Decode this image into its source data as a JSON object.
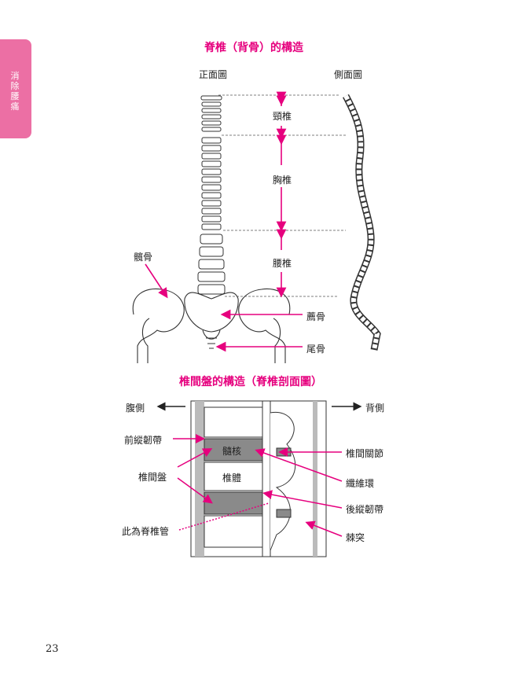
{
  "side_tab": {
    "label": "消除腰痛"
  },
  "section1": {
    "title": "脊椎（背骨）的構造",
    "front_label": "正面圖",
    "side_label": "側面圖",
    "labels": {
      "cervical": "頸椎",
      "thoracic": "胸椎",
      "lumbar": "腰椎",
      "ilium": "髖骨",
      "sacrum": "薦骨",
      "coccyx": "尾骨"
    }
  },
  "section2": {
    "title": "椎間盤的構造（脊椎剖面圖）",
    "labels": {
      "ventral": "腹側",
      "dorsal": "背側",
      "anterior_ligament": "前縱韌帶",
      "nucleus": "髓核",
      "vertebral_body": "椎體",
      "disc": "椎間盤",
      "canal": "此為脊椎管",
      "facet_joint": "椎間關節",
      "annulus": "纖維環",
      "posterior_ligament": "後縱韌帶",
      "spinous_process": "棘突"
    }
  },
  "page": {
    "number": "23"
  },
  "colors": {
    "accent": "#e6007e",
    "tab": "#ec6fa4",
    "disc": "#8a8a8a"
  }
}
